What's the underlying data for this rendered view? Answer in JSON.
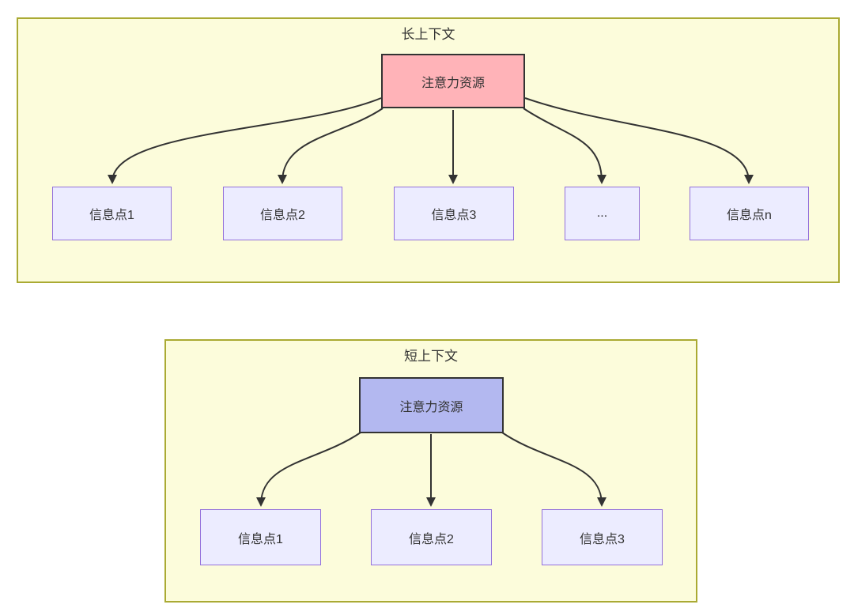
{
  "long_context": {
    "title": "长上下文",
    "attention": {
      "label": "注意力资源",
      "fill": "#FFB3B8"
    },
    "info_points": [
      "信息点1",
      "信息点2",
      "信息点3",
      "...",
      "信息点n"
    ]
  },
  "short_context": {
    "title": "短上下文",
    "attention": {
      "label": "注意力资源",
      "fill": "#B3B8F0"
    },
    "info_points": [
      "信息点1",
      "信息点2",
      "信息点3"
    ]
  },
  "colors": {
    "page_background": "#FFFFFF",
    "container_fill": "#FCFCDB",
    "container_border": "#AAAA33",
    "info_node_fill": "#ECECFF",
    "info_node_border": "#9370DB",
    "attention_border": "#333333",
    "arrow": "#333333",
    "text": "#333333"
  }
}
